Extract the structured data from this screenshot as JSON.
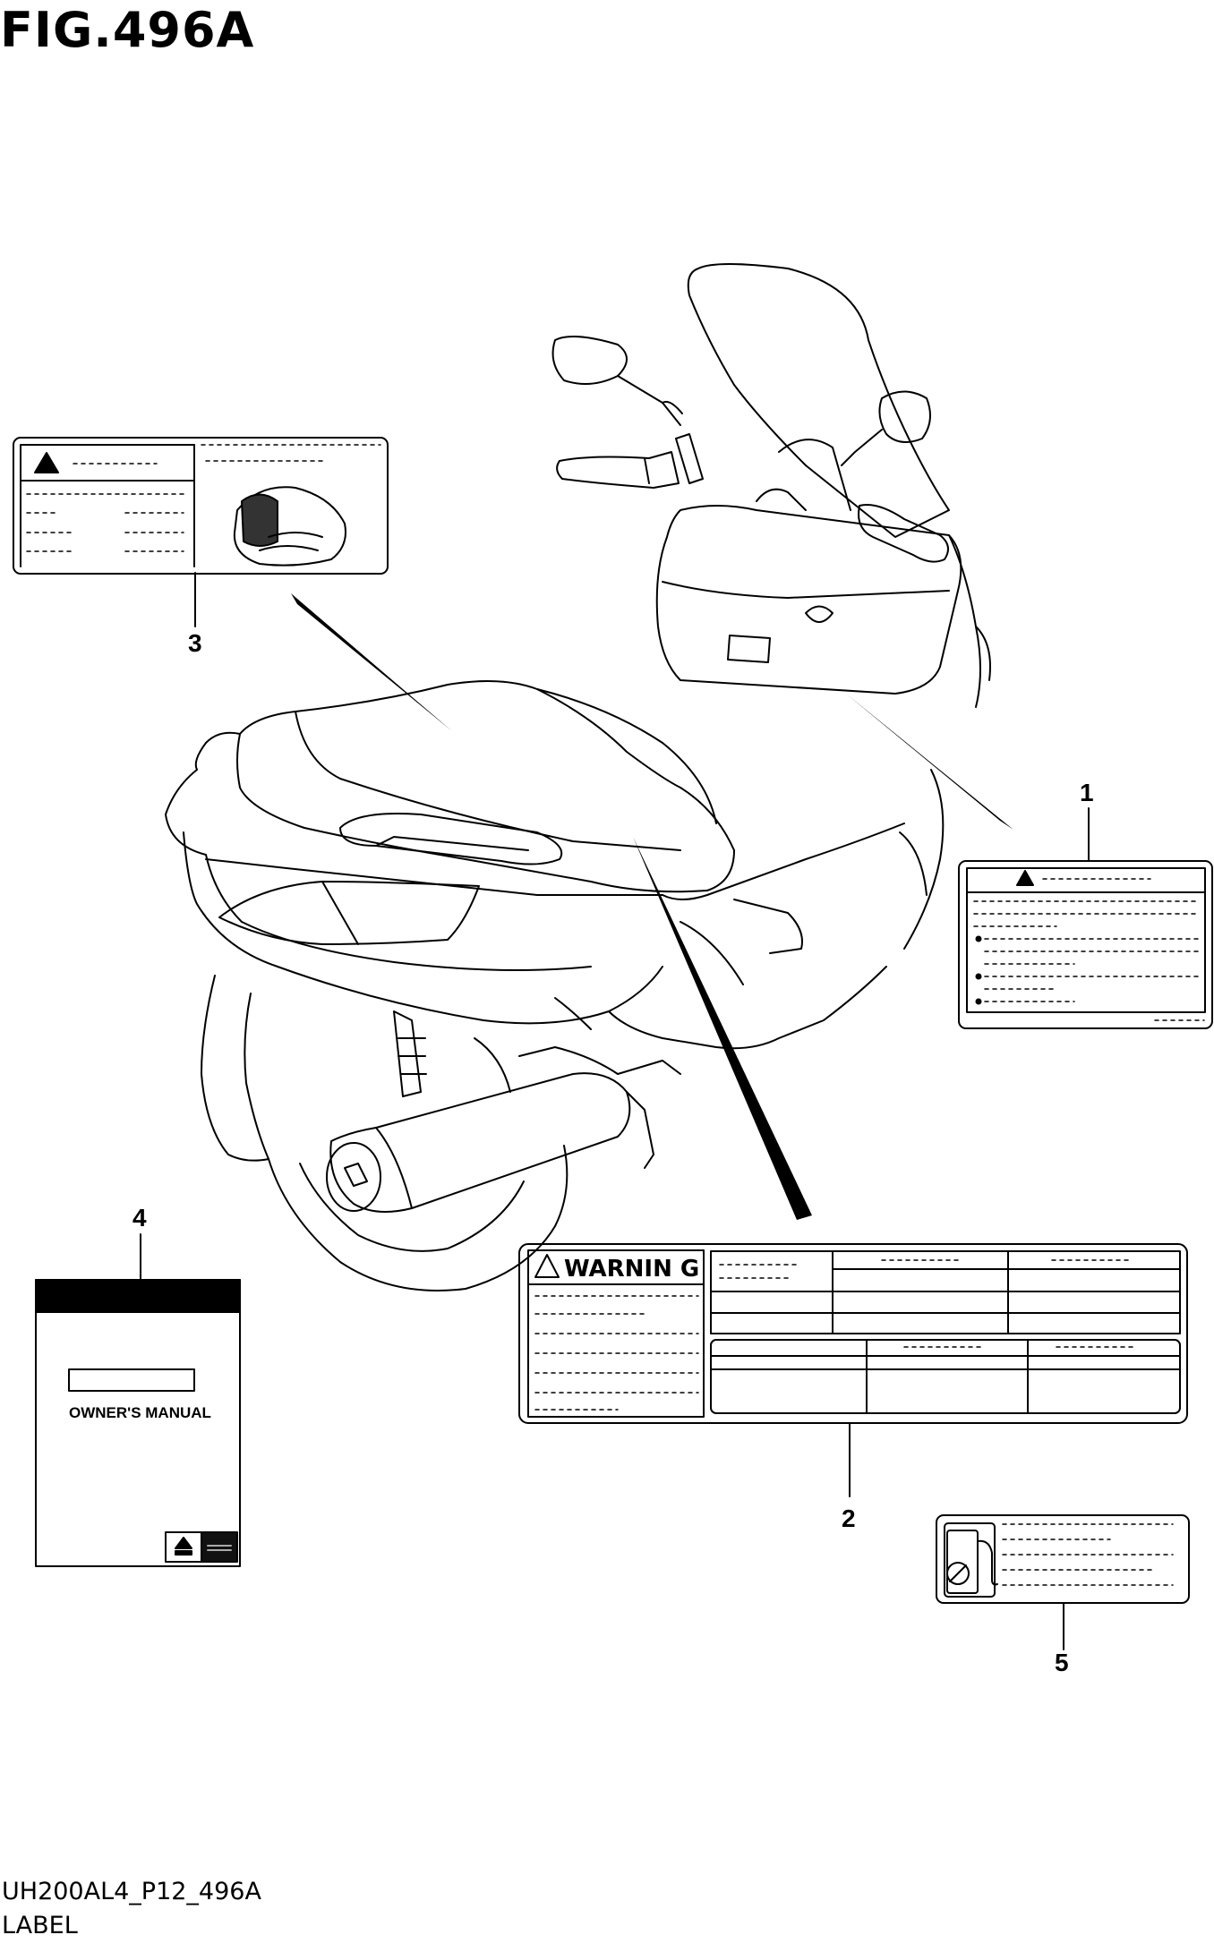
{
  "figure": {
    "title": "FIG.496A",
    "code": "UH200AL4_P12_496A",
    "name": "LABEL"
  },
  "callouts": [
    "1",
    "2",
    "3",
    "4",
    "5"
  ],
  "labels": {
    "warning_label_text": "WARNIN G",
    "owners_manual_text": "OWNER'S MANUAL"
  },
  "icons": [
    "warning-triangle-icon",
    "fuel-pump-icon",
    "no-entry-icon"
  ]
}
